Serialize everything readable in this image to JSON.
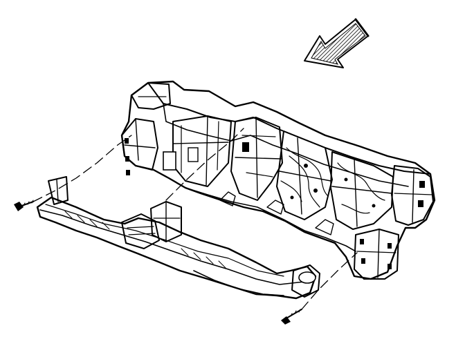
{
  "figure": {
    "kind": "exploded line drawing",
    "colors": {
      "background": "#ffffff",
      "ink": "#000000"
    },
    "parts": [
      {
        "name": "instrument-panel-carrier",
        "icon": "carrier-assembly"
      },
      {
        "name": "lower-air-duct",
        "icon": "duct-assembly"
      },
      {
        "name": "left-bolt",
        "icon": "bolt-icon"
      },
      {
        "name": "right-bolt",
        "icon": "bolt-icon"
      },
      {
        "name": "view-direction-arrow",
        "icon": "arrow-icon"
      }
    ]
  }
}
